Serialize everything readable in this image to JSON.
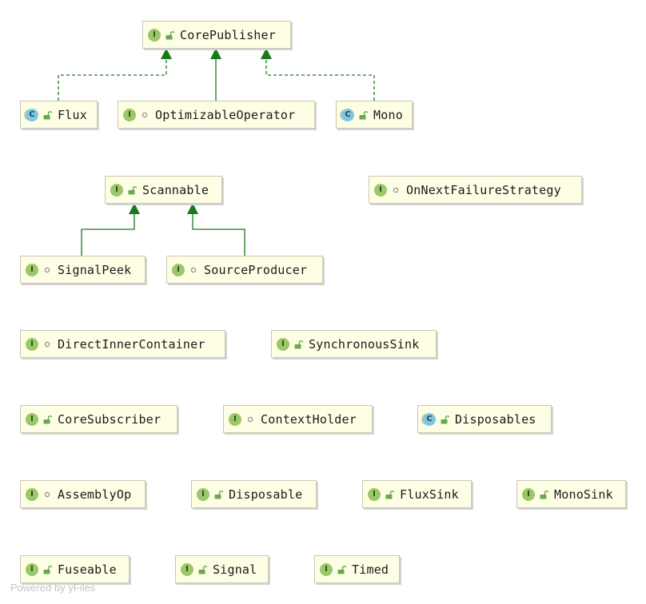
{
  "diagram": {
    "nodes": [
      {
        "id": "CorePublisher",
        "label": "CorePublisher",
        "kind": "I",
        "vis": "public"
      },
      {
        "id": "Flux",
        "label": "Flux",
        "kind": "C",
        "vis": "public"
      },
      {
        "id": "OptimizableOperator",
        "label": "OptimizableOperator",
        "kind": "I",
        "vis": "package"
      },
      {
        "id": "Mono",
        "label": "Mono",
        "kind": "C",
        "vis": "public"
      },
      {
        "id": "Scannable",
        "label": "Scannable",
        "kind": "I",
        "vis": "public"
      },
      {
        "id": "OnNextFailureStrategy",
        "label": "OnNextFailureStrategy",
        "kind": "I",
        "vis": "package"
      },
      {
        "id": "SignalPeek",
        "label": "SignalPeek",
        "kind": "I",
        "vis": "package"
      },
      {
        "id": "SourceProducer",
        "label": "SourceProducer",
        "kind": "I",
        "vis": "package"
      },
      {
        "id": "DirectInnerContainer",
        "label": "DirectInnerContainer",
        "kind": "I",
        "vis": "package"
      },
      {
        "id": "SynchronousSink",
        "label": "SynchronousSink",
        "kind": "I",
        "vis": "public"
      },
      {
        "id": "CoreSubscriber",
        "label": "CoreSubscriber",
        "kind": "I",
        "vis": "public"
      },
      {
        "id": "ContextHolder",
        "label": "ContextHolder",
        "kind": "I",
        "vis": "package"
      },
      {
        "id": "Disposables",
        "label": "Disposables",
        "kind": "C",
        "vis": "public"
      },
      {
        "id": "AssemblyOp",
        "label": "AssemblyOp",
        "kind": "I",
        "vis": "package"
      },
      {
        "id": "Disposable",
        "label": "Disposable",
        "kind": "I",
        "vis": "public"
      },
      {
        "id": "FluxSink",
        "label": "FluxSink",
        "kind": "I",
        "vis": "public"
      },
      {
        "id": "MonoSink",
        "label": "MonoSink",
        "kind": "I",
        "vis": "public"
      },
      {
        "id": "Fuseable",
        "label": "Fuseable",
        "kind": "I",
        "vis": "public"
      },
      {
        "id": "Signal",
        "label": "Signal",
        "kind": "I",
        "vis": "public"
      },
      {
        "id": "Timed",
        "label": "Timed",
        "kind": "I",
        "vis": "public"
      }
    ],
    "edges": [
      {
        "from": "Flux",
        "to": "CorePublisher",
        "type": "implements"
      },
      {
        "from": "OptimizableOperator",
        "to": "CorePublisher",
        "type": "extends"
      },
      {
        "from": "Mono",
        "to": "CorePublisher",
        "type": "implements"
      },
      {
        "from": "SignalPeek",
        "to": "Scannable",
        "type": "extends"
      },
      {
        "from": "SourceProducer",
        "to": "Scannable",
        "type": "extends"
      }
    ],
    "edge_color": "#1a7a1a",
    "node_fill": "#fefee4",
    "interface_badge_color": "#9bc76b",
    "class_badge_color": "#7dc8e0",
    "footer_text": "Powered by yFiles"
  }
}
